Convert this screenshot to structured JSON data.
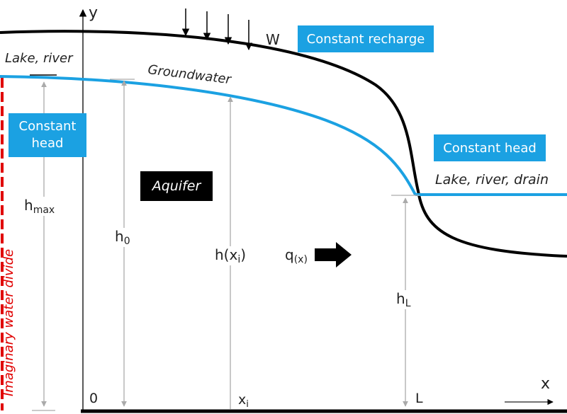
{
  "labels": {
    "y_axis": "y",
    "x_axis": "x",
    "w": "W",
    "lake_river_left": "Lake, river",
    "groundwater": "Groundwater",
    "lake_river_drain": "Lake, river, drain",
    "aquifer": "Aquifer",
    "divide": "Imaginary water divide",
    "origin": "0",
    "L": "L",
    "x_i": "x",
    "x_i_sub": "i",
    "h_max": "h",
    "h_max_sub": "max",
    "h_0": "h",
    "h_0_sub": "0",
    "h_xi_pre": "h(x",
    "h_xi_sub": "i",
    "h_xi_post": ")",
    "h_L": "h",
    "h_L_sub": "L",
    "q": "q",
    "q_sub": "(x)"
  },
  "boxes": {
    "constant_recharge": "Constant recharge",
    "constant_head_left_line1": "Constant",
    "constant_head_left_line2": "head",
    "constant_head_right": "Constant head"
  },
  "colors": {
    "water_blue": "#1ba1e2",
    "divide_red": "#e00000",
    "ground_black": "#000000",
    "guide_gray": "#aaaaaa"
  }
}
